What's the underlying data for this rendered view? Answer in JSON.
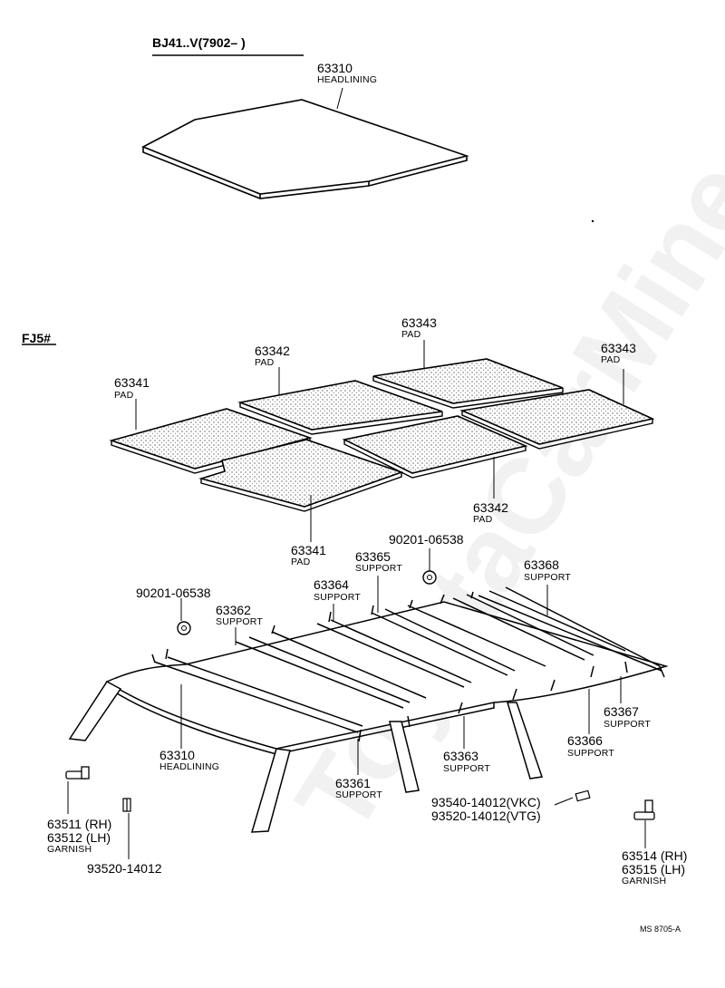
{
  "watermark": "ToyotaCarMine.ru",
  "headers": {
    "bj41": "BJ41..V(7902–      )",
    "fj5": "FJ5#"
  },
  "parts": {
    "headlining_bj": {
      "num": "63310",
      "name": "HEADLINING"
    },
    "pad_63343_top": {
      "num": "63343",
      "name": "PAD"
    },
    "pad_63342_top": {
      "num": "63342",
      "name": "PAD"
    },
    "pad_63343_right": {
      "num": "63343",
      "name": "PAD"
    },
    "pad_63341_top": {
      "num": "63341",
      "name": "PAD"
    },
    "pad_63342_bottom": {
      "num": "63342",
      "name": "PAD"
    },
    "pad_63341_bottom": {
      "num": "63341",
      "name": "PAD"
    },
    "clip_right": {
      "num": "90201-06538"
    },
    "support_63365": {
      "num": "63365",
      "name": "SUPPORT"
    },
    "support_63368": {
      "num": "63368",
      "name": "SUPPORT"
    },
    "clip_left": {
      "num": "90201-06538"
    },
    "support_63364": {
      "num": "63364",
      "name": "SUPPORT"
    },
    "support_63362": {
      "num": "63362",
      "name": "SUPPORT"
    },
    "support_63367": {
      "num": "63367",
      "name": "SUPPORT"
    },
    "support_63366": {
      "num": "63366",
      "name": "SUPPORT"
    },
    "headlining_fj": {
      "num": "63310",
      "name": "HEADLINING"
    },
    "support_63363": {
      "num": "63363",
      "name": "SUPPORT"
    },
    "support_63361": {
      "num": "63361",
      "name": "SUPPORT"
    },
    "screw_center": {
      "line1": "93540-14012(VKC)",
      "line2": "93520-14012(VTG)"
    },
    "garnish_left": {
      "line1": "63511 (RH)",
      "line2": "63512 (LH)",
      "name": "GARNISH"
    },
    "screw_left": {
      "num": "93520-14012"
    },
    "garnish_right": {
      "line1": "63514 (RH)",
      "line2": "63515 (LH)",
      "name": "GARNISH"
    }
  },
  "footer_code": "MS 8705-A"
}
